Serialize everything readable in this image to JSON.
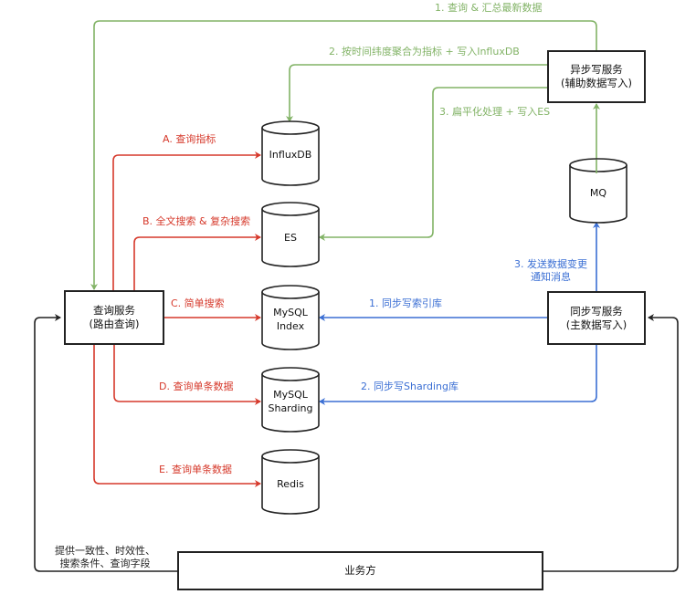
{
  "diagram": {
    "nodes": {
      "query_service": {
        "line1": "查询服务",
        "line2": "(路由查询)"
      },
      "async_write": {
        "line1": "异步写服务",
        "line2": "(辅助数据写入)"
      },
      "sync_write": {
        "line1": "同步写服务",
        "line2": "(主数据写入)"
      },
      "business": {
        "label": "业务方"
      },
      "influxdb": {
        "label": "InfluxDB"
      },
      "es": {
        "label": "ES"
      },
      "mysql_index": {
        "line1": "MySQL",
        "line2": "Index"
      },
      "mysql_sharding": {
        "line1": "MySQL",
        "line2": "Sharding"
      },
      "redis": {
        "label": "Redis"
      },
      "mq": {
        "label": "MQ"
      }
    },
    "edges": {
      "g1": "1. 查询 & 汇总最新数据",
      "g2": "2. 按时间纬度聚合为指标 + 写入InfluxDB",
      "g3": "3. 扁平化处理 + 写入ES",
      "a": "A. 查询指标",
      "b": "B. 全文搜索 & 复杂搜索",
      "c": "C. 简单搜索",
      "d": "D. 查询单条数据",
      "e": "E. 查询单条数据",
      "b1": "1. 同步写索引库",
      "b2": "2. 同步写Sharding库",
      "b3_line1": "3. 发送数据变更",
      "b3_line2": "通知消息",
      "k1_line1": "提供一致性、时效性、",
      "k1_line2": "搜索条件、查询字段"
    },
    "colors": {
      "green": "#82b366",
      "red": "#d6392b",
      "blue": "#3b6fd4",
      "black": "#222222"
    }
  }
}
